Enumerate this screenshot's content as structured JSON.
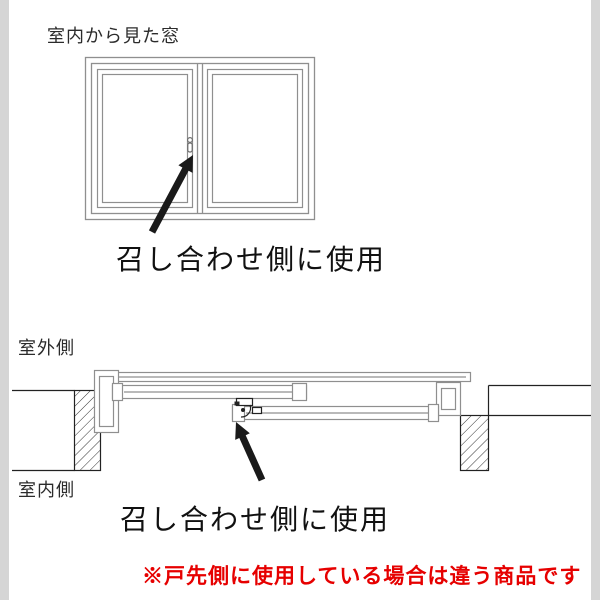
{
  "page": {
    "background": "#ffffff",
    "edge_color": "#d5d5d5"
  },
  "colors": {
    "frame_gray": "#8f8f8f",
    "wall_dark": "#222222",
    "arrow_black": "#1a1a1a",
    "note_red": "#e60000"
  },
  "top_diagram": {
    "title": "室内から見た窓",
    "caption": "召し合わせ側に使用"
  },
  "section_diagram": {
    "outdoor_label": "室外側",
    "indoor_label": "室内側",
    "caption": "召し合わせ側に使用"
  },
  "footnote": "※戸先側に使用している場合は違う商品です"
}
